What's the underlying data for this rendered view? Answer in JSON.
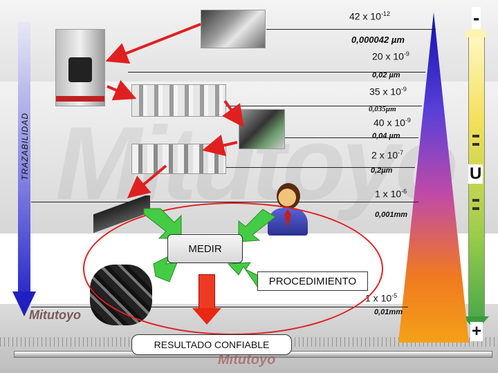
{
  "branding": {
    "logo_left": "Mitutoyo",
    "logo_bottom": "Mitutoyo",
    "watermark": "Mitutoyo"
  },
  "traceability": {
    "label": "TRAZABILIDAD"
  },
  "uncertainty": {
    "top_symbol": "-",
    "middle_symbol": "U",
    "bottom_symbol": "+"
  },
  "levels": [
    {
      "mantissa": "42 x 10",
      "exponent": "-12",
      "unit": "0,000042 µm"
    },
    {
      "mantissa": "20 x 10",
      "exponent": "-9",
      "unit": "0,02 µm"
    },
    {
      "mantissa": "35 x 10",
      "exponent": "-9",
      "unit": "0,035µm"
    },
    {
      "mantissa": "40 x 10",
      "exponent": "-9",
      "unit": "0,04 µm"
    },
    {
      "mantissa": "2 x 10",
      "exponent": "-7",
      "unit": "0,2µm"
    },
    {
      "mantissa": "1 x 10",
      "exponent": "-6",
      "unit": "0,001mm"
    },
    {
      "mantissa": "1 x 10",
      "exponent": "-5",
      "unit": "0,01mm"
    }
  ],
  "process": {
    "measure_label": "MEDIR",
    "procedure_label": "PROCEDIMIENTO",
    "result_label": "RESULTADO CONFIABLE"
  },
  "colors": {
    "arrow_red": "#e02020",
    "trace_blue": "#2020c0",
    "triangle_top": "#1010b0",
    "triangle_bottom": "#f4a018",
    "green_arrow": "#44cc44"
  }
}
